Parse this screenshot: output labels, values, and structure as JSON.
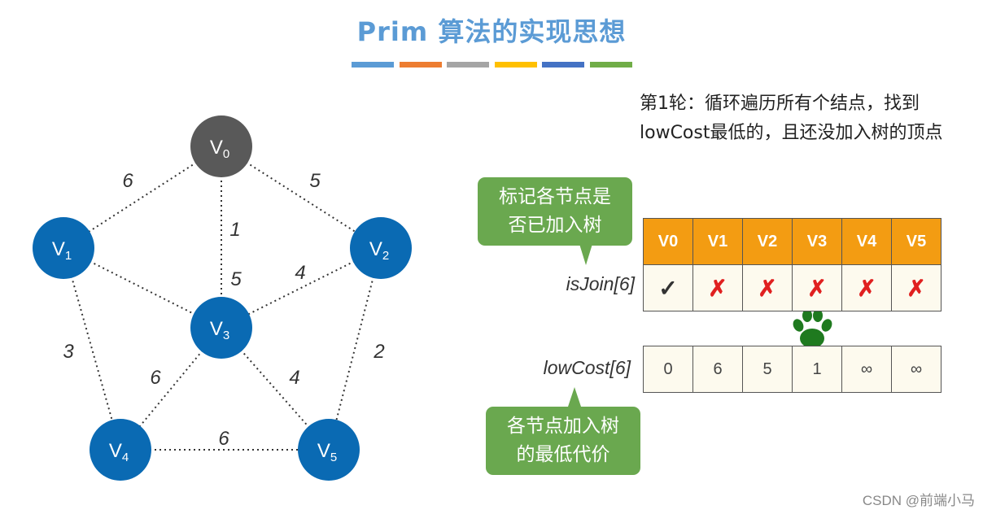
{
  "title": "Prim 算法的实现思想",
  "color_bars": [
    "#5b9bd5",
    "#ed7d31",
    "#a5a5a5",
    "#ffc000",
    "#4472c4",
    "#70ad47"
  ],
  "graph": {
    "nodes": [
      {
        "id": "V0",
        "base": "V",
        "sub": "0",
        "state": "visited",
        "color": "#595959"
      },
      {
        "id": "V1",
        "base": "V",
        "sub": "1",
        "state": "unvisited",
        "color": "#0a6ab3"
      },
      {
        "id": "V2",
        "base": "V",
        "sub": "2",
        "state": "unvisited",
        "color": "#0a6ab3"
      },
      {
        "id": "V3",
        "base": "V",
        "sub": "3",
        "state": "unvisited",
        "color": "#0a6ab3"
      },
      {
        "id": "V4",
        "base": "V",
        "sub": "4",
        "state": "unvisited",
        "color": "#0a6ab3"
      },
      {
        "id": "V5",
        "base": "V",
        "sub": "5",
        "state": "unvisited",
        "color": "#0a6ab3"
      }
    ],
    "edges": [
      {
        "from": "V0",
        "to": "V1",
        "weight": "6"
      },
      {
        "from": "V0",
        "to": "V2",
        "weight": "5"
      },
      {
        "from": "V0",
        "to": "V3",
        "weight": "1"
      },
      {
        "from": "V1",
        "to": "V3",
        "weight": "5"
      },
      {
        "from": "V2",
        "to": "V3",
        "weight": "4"
      },
      {
        "from": "V1",
        "to": "V4",
        "weight": "3"
      },
      {
        "from": "V2",
        "to": "V5",
        "weight": "2"
      },
      {
        "from": "V3",
        "to": "V4",
        "weight": "6"
      },
      {
        "from": "V3",
        "to": "V5",
        "weight": "4"
      },
      {
        "from": "V4",
        "to": "V5",
        "weight": "6"
      }
    ]
  },
  "description": "第1轮：循环遍历所有个结点，找到lowCost最低的，且还没加入树的顶点",
  "callout_top": {
    "line1": "标记各节点是",
    "line2": "否已加入树"
  },
  "callout_bottom": {
    "line1": "各节点加入树",
    "line2": "的最低代价"
  },
  "is_join_label": "isJoin[6]",
  "low_cost_label": "lowCost[6]",
  "table_headers": [
    "V0",
    "V1",
    "V2",
    "V3",
    "V4",
    "V5"
  ],
  "is_join": [
    "✓",
    "✗",
    "✗",
    "✗",
    "✗",
    "✗"
  ],
  "low_cost": [
    "0",
    "6",
    "5",
    "1",
    "∞",
    "∞"
  ],
  "selected_vertex": "V3",
  "paw_icon": "paw-icon",
  "watermark": "CSDN @前端小马"
}
